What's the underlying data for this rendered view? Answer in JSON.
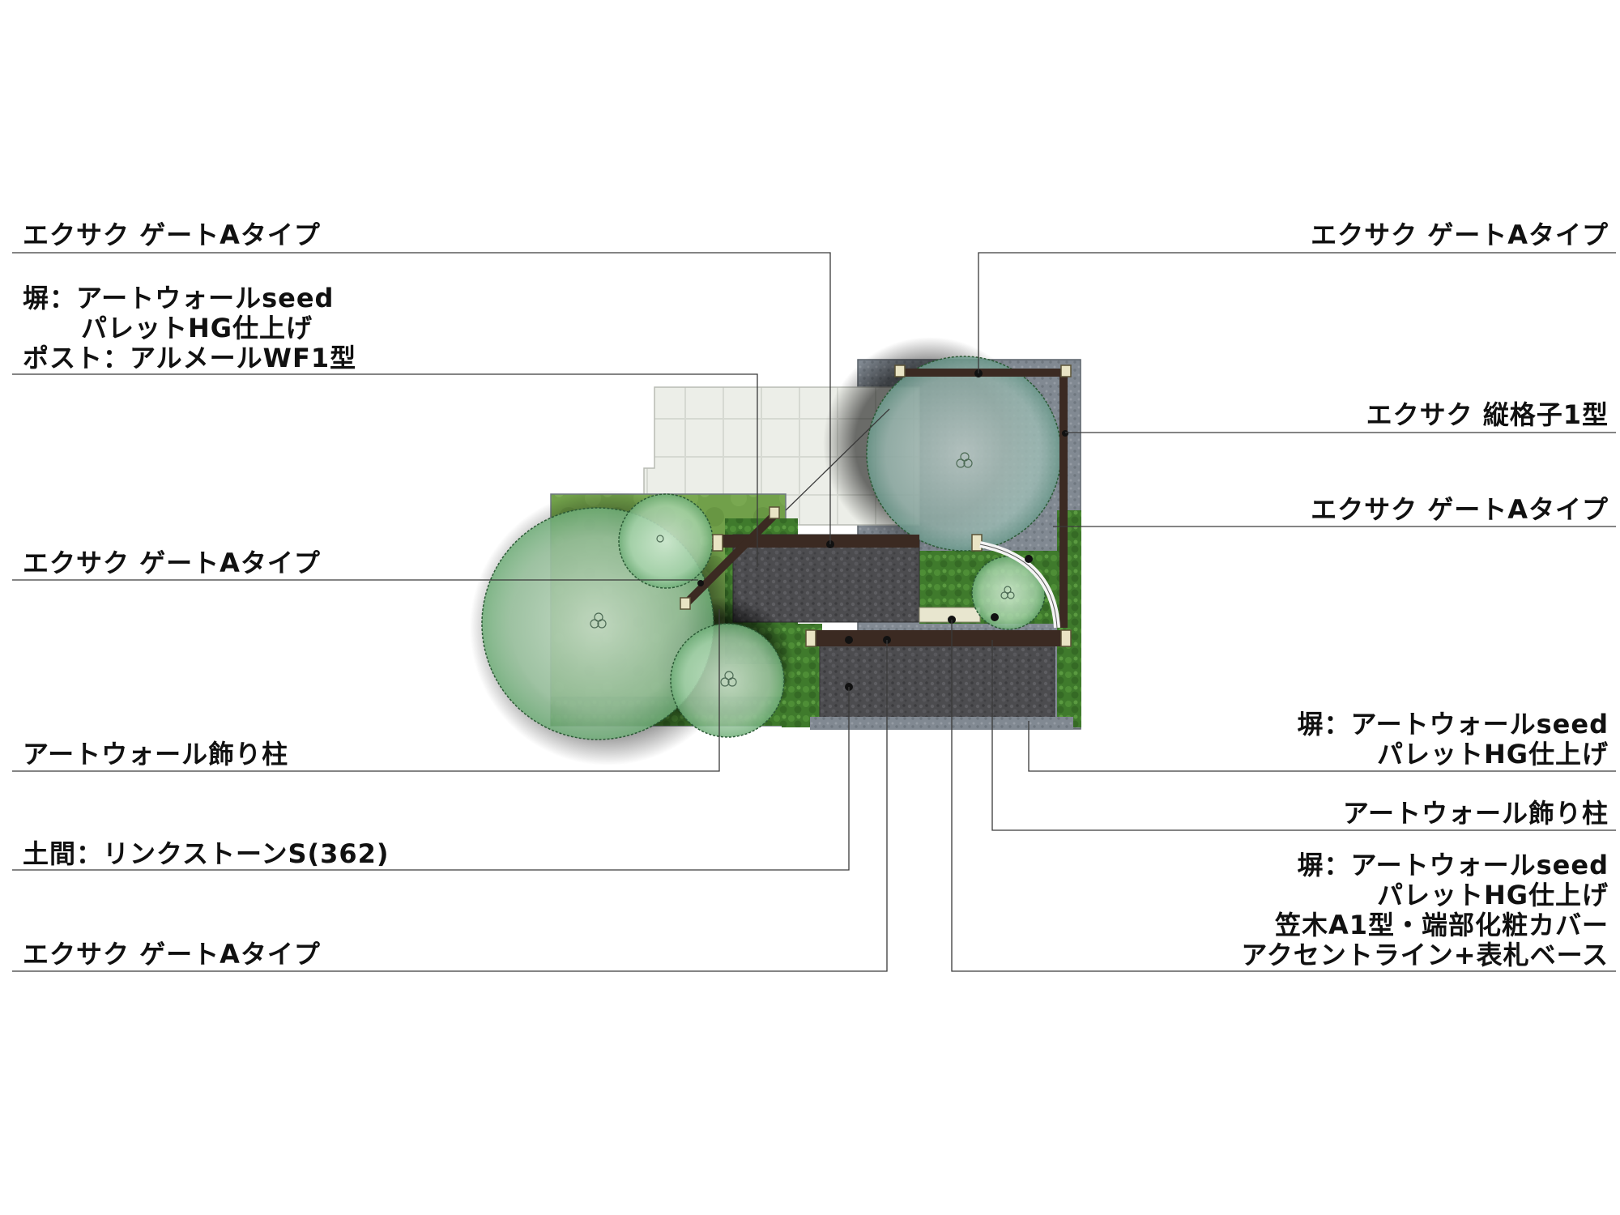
{
  "colors": {
    "leader": "#3a3a3a",
    "paving_light": "#ebece6",
    "gravel_dark": "#4a4a4c",
    "wall_dark": "#3b2a22",
    "lawn": "#6e9a4a",
    "tree_fill": "#bfe3c6",
    "frame_gray": "#7f8790"
  },
  "labels": {
    "left_gate_1": "エクサク ゲートAタイプ",
    "left_wall_1_line1": "塀：アートウォールseed",
    "left_wall_1_line2": "パレットHG仕上げ",
    "left_post": "ポスト：アルメールWF1型",
    "left_gate_2": "エクサク ゲートAタイプ",
    "left_pillar": "アートウォール飾り柱",
    "left_doma": "土間：リンクストーンS(362)",
    "left_gate_3": "エクサク ゲートAタイプ",
    "right_gate_1": "エクサク ゲートAタイプ",
    "right_lattice": "エクサク 縦格子1型",
    "right_gate_2": "エクサク ゲートAタイプ",
    "right_wall_1_line1": "塀：アートウォールseed",
    "right_wall_1_line2": "パレットHG仕上げ",
    "right_pillar": "アートウォール飾り柱",
    "right_wall_2_line1": "塀：アートウォールseed",
    "right_wall_2_line2": "パレットHG仕上げ",
    "right_wall_2_line3": "笠木A1型・端部化粧カバー",
    "right_wall_2_line4": "アクセントライン+表札ベース"
  }
}
